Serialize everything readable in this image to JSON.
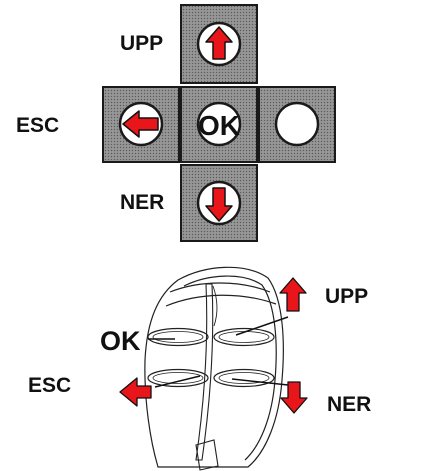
{
  "labels": {
    "up": "UPP",
    "escape": "ESC",
    "ok": "OK",
    "down": "NER"
  },
  "colors": {
    "arrow_fill": "#e8161b",
    "arrow_stroke": "#111111",
    "key_fill": "#8a8a8a",
    "key_border": "#1a1a1a",
    "circle_fill": "#ffffff",
    "outline": "#222222"
  },
  "icons": [
    "arrow-up-icon",
    "arrow-left-icon",
    "arrow-down-icon"
  ]
}
